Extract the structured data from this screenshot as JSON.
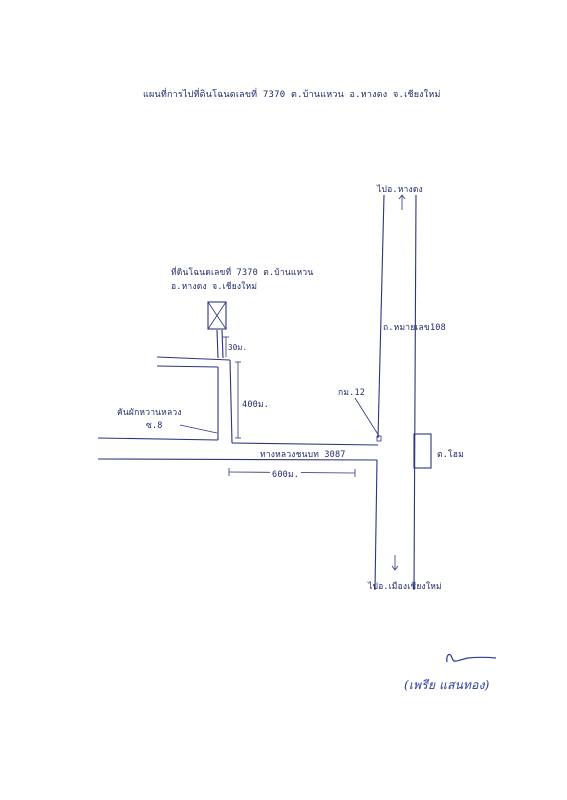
{
  "title": "แผนที่การไปที่ดินโฉนดเลขที่ 7370 ต.บ้านแหวน อ.หางดง จ.เชียงใหม่",
  "map": {
    "plot_label_line1": "ที่ดินโฉนดเลขที่ 7370 ต.บ้านแหวน",
    "plot_label_line2": "อ.หางดง จ.เชียงใหม่",
    "to_north": "ไปอ.หางดง",
    "village_road": "ถ.หมายเลข108",
    "km_marker": "กม.12",
    "plot_distance": "30ม.",
    "lane_distance": "400ม.",
    "canal_label_line1": "คันผักหวานหลวง",
    "canal_label_line2": "ซ.8",
    "highway_label": "ทางหลวงชนบท 3087",
    "highway_distance": "600ม.",
    "market_label": "ต.โฮม",
    "to_south": "ไปอ.เมืองเชียงใหม่"
  },
  "signature": {
    "name": "(เพรีย แสนทอง)"
  }
}
